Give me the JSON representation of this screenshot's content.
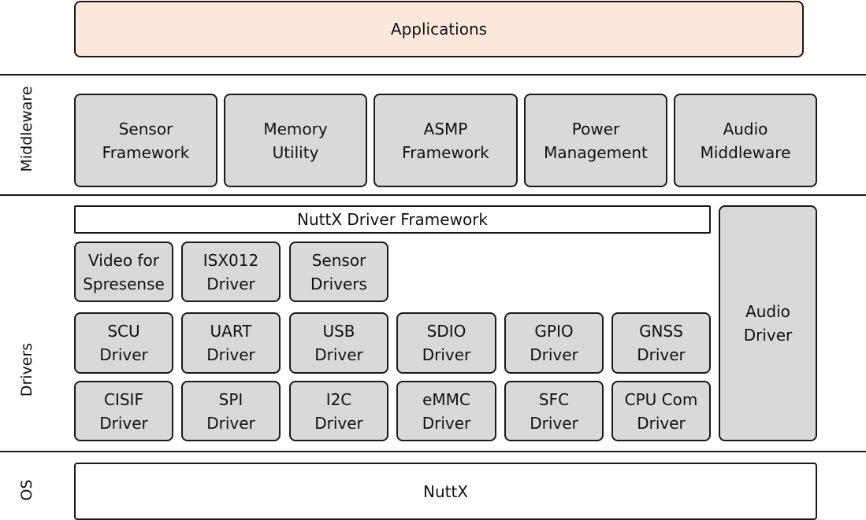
{
  "applications": "Applications",
  "layers": {
    "middleware": "Middleware",
    "drivers": "Drivers",
    "os": "OS"
  },
  "middleware": [
    "Sensor\nFramework",
    "Memory\nUtility",
    "ASMP\nFramework",
    "Power\nManagement",
    "Audio\nMiddleware"
  ],
  "driver_framework": "NuttX Driver Framework",
  "audio_driver": "Audio\nDriver",
  "drivers_row1": [
    "Video for\nSpresense",
    "ISX012\nDriver",
    "Sensor\nDrivers"
  ],
  "drivers_row2": [
    "SCU\nDriver",
    "UART\nDriver",
    "USB\nDriver",
    "SDIO\nDriver",
    "GPIO\nDriver",
    "GNSS\nDriver"
  ],
  "drivers_row3": [
    "CISIF\nDriver",
    "SPI\nDriver",
    "I2C\nDriver",
    "eMMC\nDriver",
    "SFC\nDriver",
    "CPU Com\nDriver"
  ],
  "os": "NuttX",
  "colors": {
    "applications_fill": "#fce8db",
    "block_fill": "#d9d9d9"
  }
}
